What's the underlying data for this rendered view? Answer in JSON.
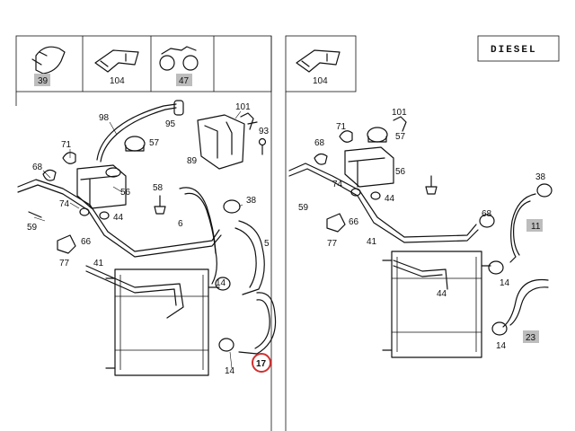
{
  "badge": "DIESEL",
  "highlight_color": "#d32f2f",
  "gray_box_color": "#bdbdbd",
  "boxes": {
    "b1": "39",
    "b2": "104",
    "b3": "47",
    "b4": "104"
  },
  "labels_left": {
    "98": "98",
    "95": "95",
    "101": "101",
    "93": "93",
    "57": "57",
    "71": "71",
    "68": "68",
    "89": "89",
    "74": "74",
    "56": "56",
    "58": "58",
    "44": "44",
    "59": "59",
    "6": "6",
    "38": "38",
    "5": "5",
    "66": "66",
    "77": "77",
    "41": "41",
    "14a": "14",
    "14b": "14",
    "17": "17"
  },
  "labels_right": {
    "71": "71",
    "101": "101",
    "68": "68",
    "57": "57",
    "56": "56",
    "74": "74",
    "44a": "44",
    "38": "38",
    "59": "59",
    "66": "66",
    "44b": "44",
    "68b": "68",
    "11": "11",
    "77": "77",
    "41": "41",
    "14a": "14",
    "14b": "14",
    "23": "23"
  }
}
